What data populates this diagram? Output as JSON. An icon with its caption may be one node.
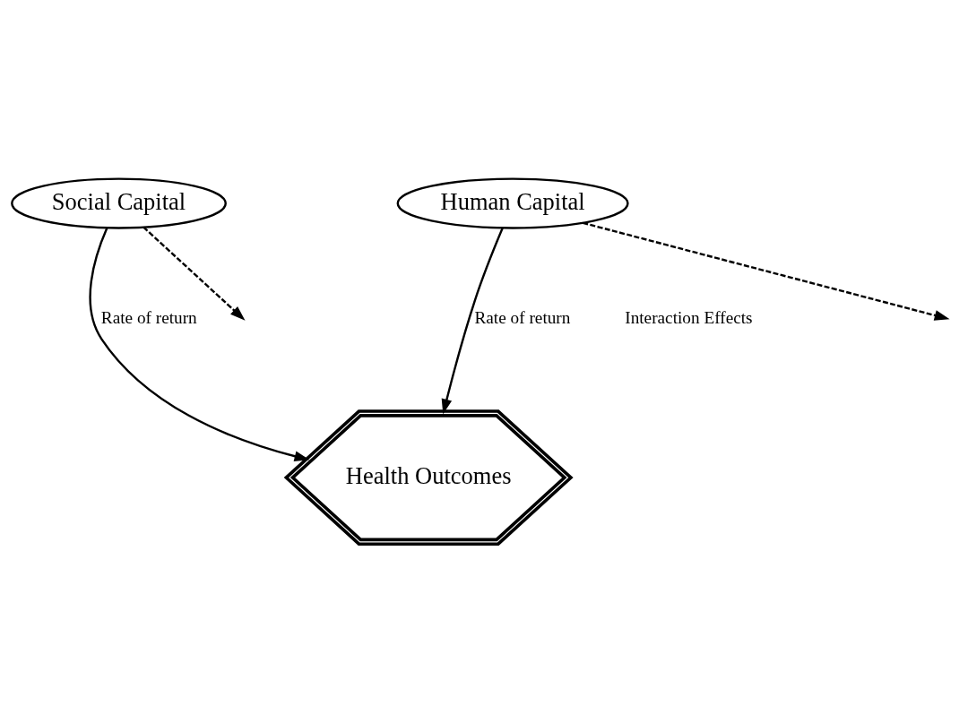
{
  "diagram": {
    "nodes": [
      {
        "text": [
          "Human Capital"
        ]
      },
      {
        "text": [
          "Social Capital"
        ]
      },
      {
        "text": [
          "Health Outcomes"
        ]
      }
    ],
    "edges": [
      {
        "from": 0,
        "to": 2,
        "arrow": "to",
        "label": "Rate of return"
      },
      {
        "from": 1,
        "to": 2,
        "arrow": "to",
        "label": "Rate of return"
      },
      {
        "from": 0,
        "to": null,
        "arrow": "to",
        "style": "dashed"
      },
      {
        "from": 1,
        "to": null,
        "arrow": "to",
        "style": "dashed"
      }
    ],
    "labels": [
      "Interaction Effects"
    ]
  }
}
